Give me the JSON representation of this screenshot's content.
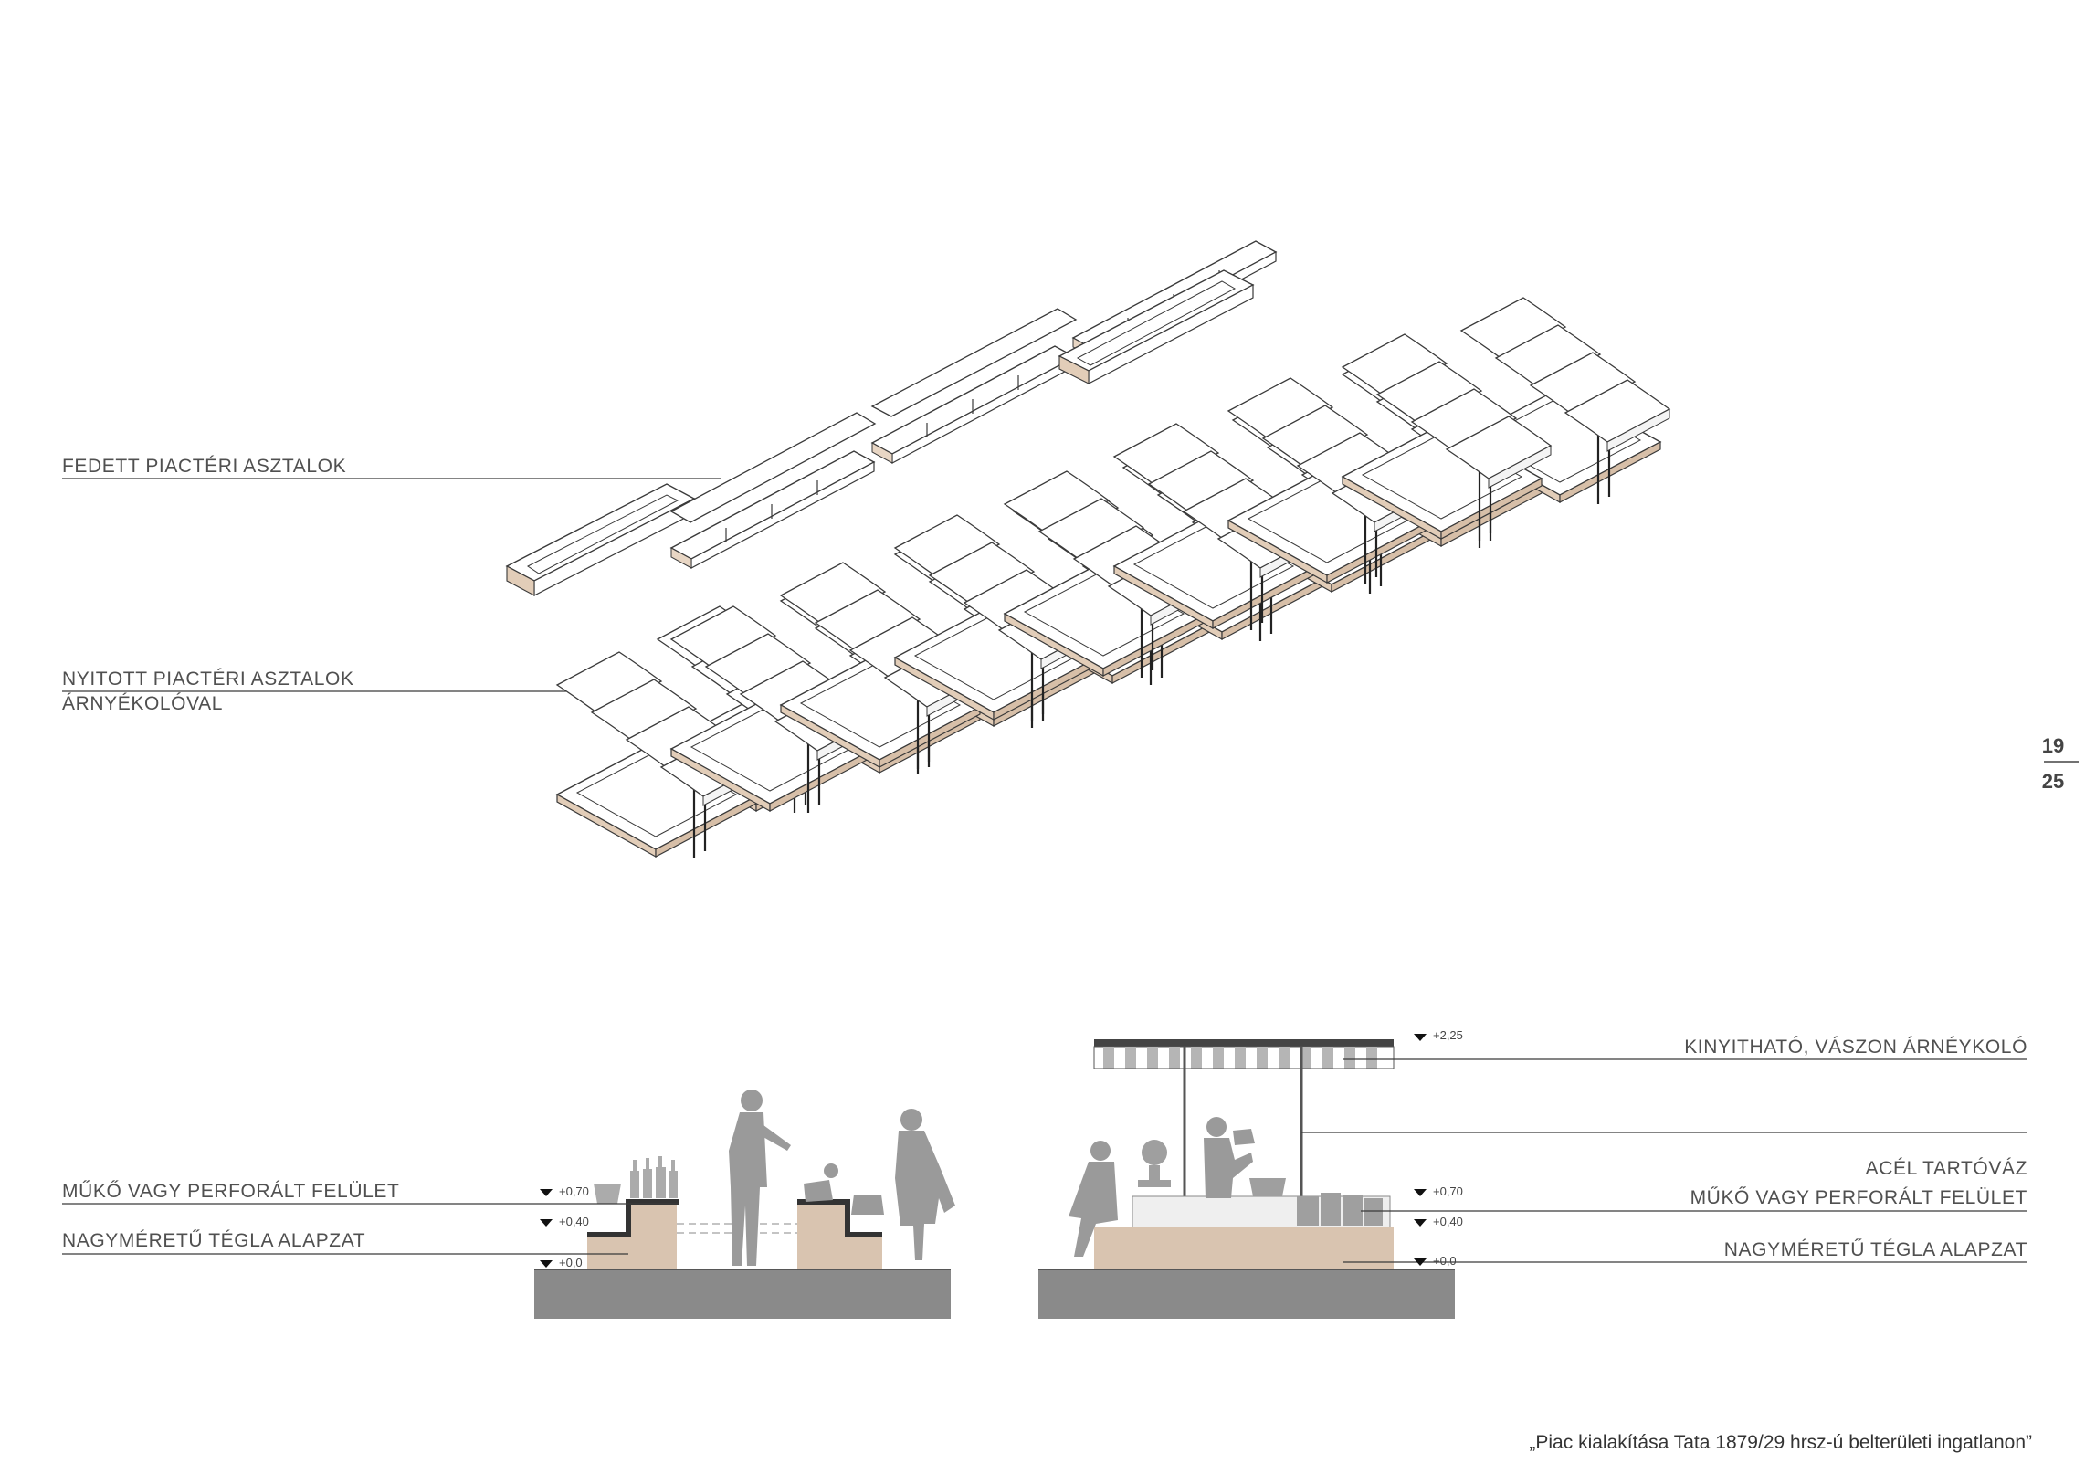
{
  "labels": {
    "covered_tables": "FEDETT PIACTÉRI ASZTALOK",
    "open_tables_line1": "NYITOTT PIACTÉRI ASZTALOK",
    "open_tables_line2": "ÁRNYÉKOLÓVAL",
    "surface_left": "MŰKŐ VAGY PERFORÁLT FELÜLET",
    "brick_left": "NAGYMÉRETŰ TÉGLA ALAPZAT",
    "canvas_shade": "KINYITHATÓ, VÁSZON ÁRNÉYKOLÓ",
    "steel_frame": "ACÉL TARTÓVÁZ",
    "surface_right": "MŰKŐ VAGY PERFORÁLT FELÜLET",
    "brick_right": "NAGYMÉRETŰ TÉGLA ALAPZAT"
  },
  "levels": {
    "left": [
      "+0,70",
      "+0,40",
      "+0,0"
    ],
    "right": [
      "+2,25",
      "+0,70",
      "+0,40",
      "+0,0"
    ]
  },
  "page_number": {
    "current": "19",
    "total": "25"
  },
  "footer": "„Piac kialakítása Tata 1879/29  hrsz-ú belterületi ingatlanon”",
  "colors": {
    "line": "#3a3a3a",
    "brick": "#d9c4b0",
    "ground": "#8a8a8a",
    "silhouette": "#9a9a9a"
  }
}
